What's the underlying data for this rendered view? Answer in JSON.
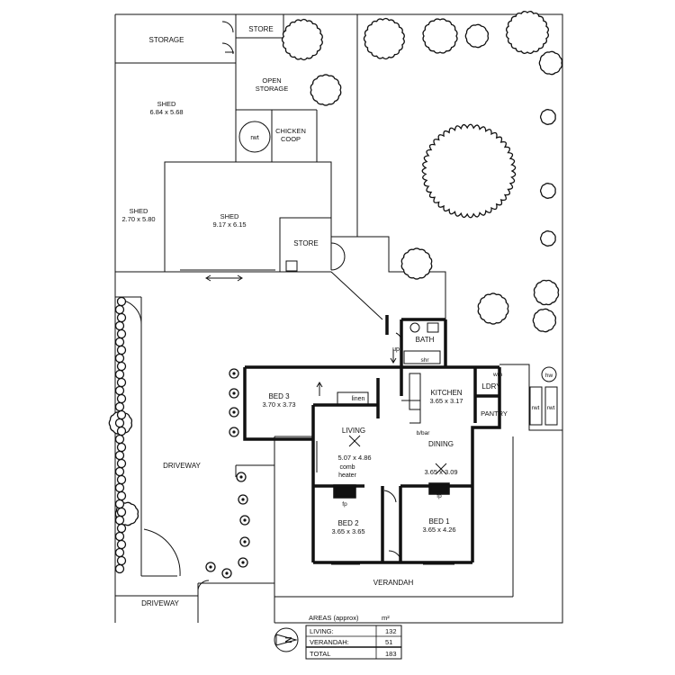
{
  "rooms": {
    "storage": "STORAGE",
    "store_top": "STORE",
    "open_storage_1": "OPEN",
    "open_storage_2": "STORAGE",
    "rwt_top": "rwt",
    "chicken_coop_1": "CHICKEN",
    "chicken_coop_2": "COOP",
    "shed_a_name": "SHED",
    "shed_a_size": "6.84 x 5.68",
    "shed_b_name": "SHED",
    "shed_b_size": "2.70 x 5.80",
    "shed_c_name": "SHED",
    "shed_c_size": "9.17 x 6.15",
    "store_mid": "STORE",
    "bath": "BATH",
    "shr": "shr",
    "up": "up",
    "bed3_name": "BED 3",
    "bed3_size": "3.70 x 3.73",
    "linen": "linen",
    "kitchen_name": "KITCHEN",
    "kitchen_size": "3.65 x 3.17",
    "ldry": "LDRY",
    "wm": "wm",
    "pantry": "PANTRY",
    "hw": "hw",
    "rwt_1": "rwt",
    "rwt_2": "rwt",
    "bbar": "b/bar",
    "living_name": "LIVING",
    "living_size": "5.07 x 4.86",
    "comb_heater_1": "comb",
    "comb_heater_2": "heater",
    "dining_name": "DINING",
    "dining_size": "3.65 x 3.09",
    "fp_1": "fp",
    "fp_2": "fp",
    "bed2_name": "BED 2",
    "bed2_size": "3.65 x 3.65",
    "bed1_name": "BED 1",
    "bed1_size": "3.65 x 4.26",
    "driveway_main": "DRIVEWAY",
    "driveway_lower": "DRIVEWAY",
    "verandah": "VERANDAH"
  },
  "areas": {
    "title": "AREAS (approx)",
    "unit": "m²",
    "rows": [
      {
        "label": "LIVING:",
        "value": "132"
      },
      {
        "label": "VERANDAH:",
        "value": "51"
      },
      {
        "label": "TOTAL",
        "value": "183"
      }
    ]
  },
  "compass": {
    "letter": "N"
  }
}
